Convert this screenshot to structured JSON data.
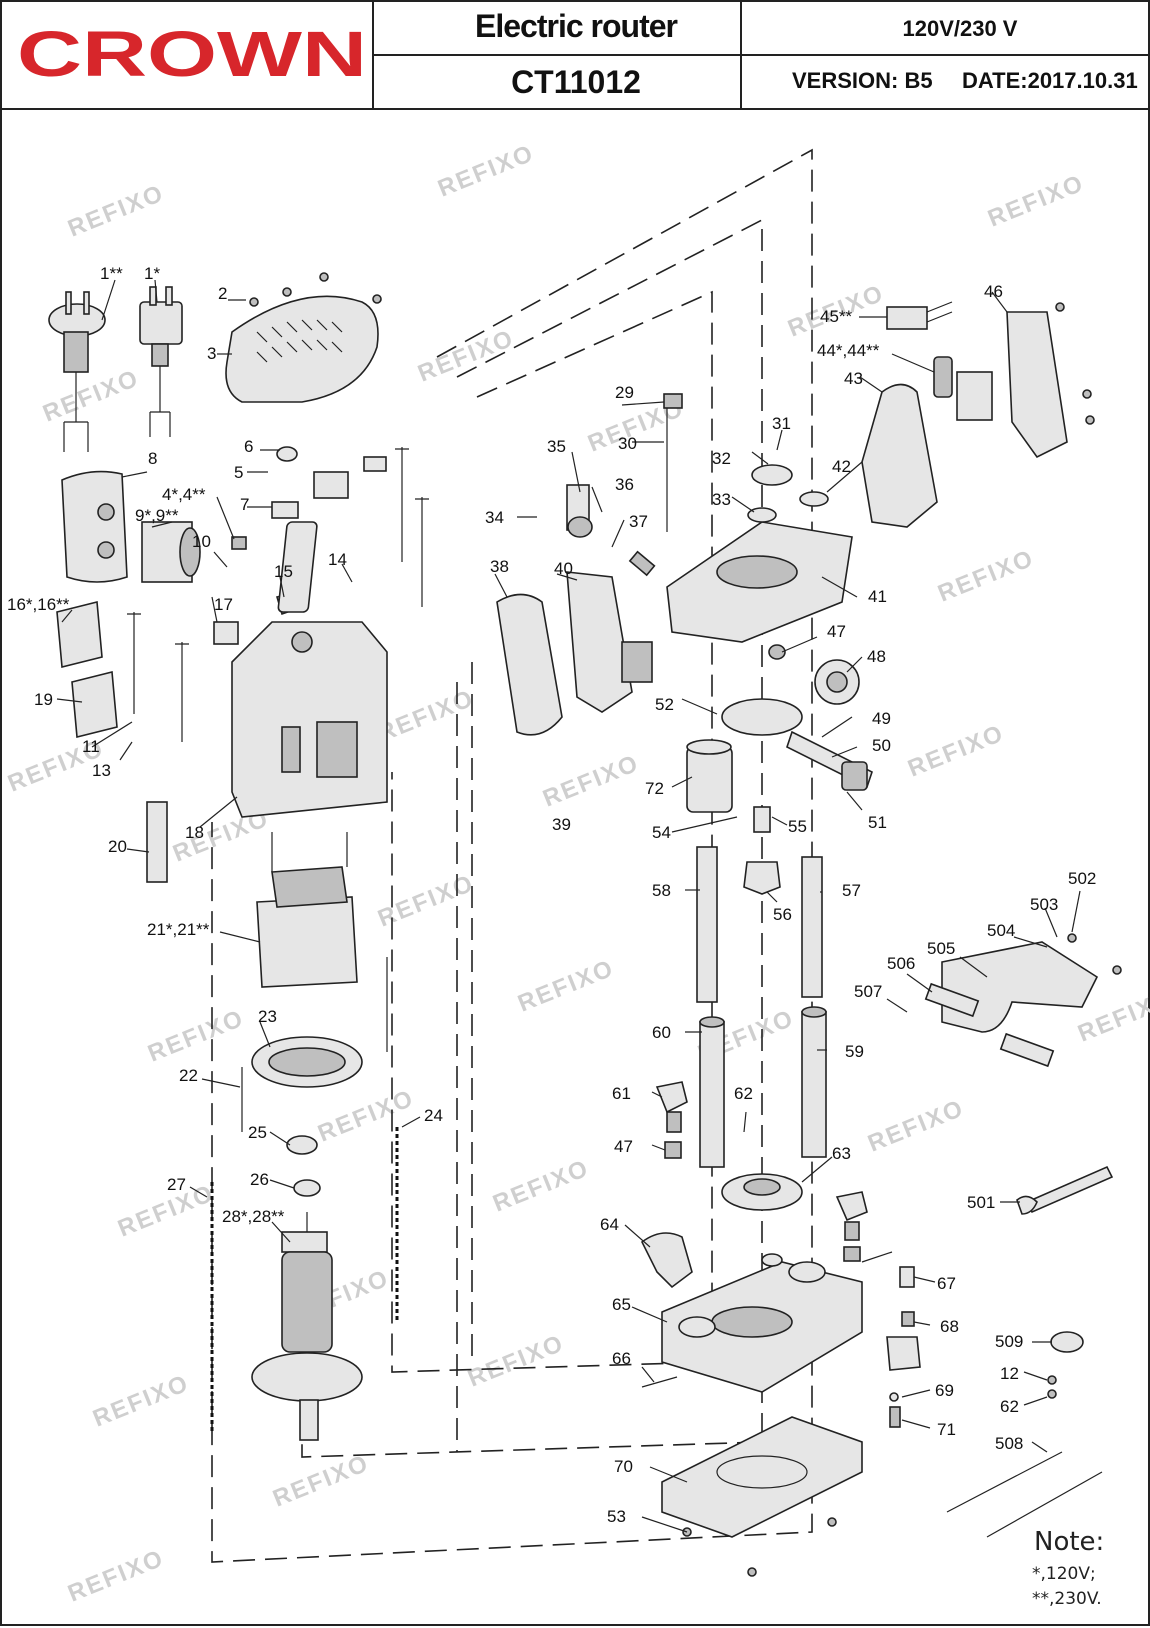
{
  "header": {
    "brand": "CROWN",
    "title": "Electric router",
    "model": "CT11012",
    "voltage": "120V/230 V",
    "version": "VERSION: B5",
    "date": "DATE:2017.10.31"
  },
  "watermark": "REFIXO",
  "callouts": {
    "p1dd": "1**",
    "p1d": "1*",
    "p2": "2",
    "p3": "3",
    "p4": "4*,4**",
    "p5": "5",
    "p6": "6",
    "p7": "7",
    "p8": "8",
    "p9": "9*,9**",
    "p10": "10",
    "p11": "11",
    "p13": "13",
    "p14": "14",
    "p15": "15",
    "p16": "16*,16**",
    "p17": "17",
    "p18": "18",
    "p19": "19",
    "p20": "20",
    "p21": "21*,21**",
    "p22": "22",
    "p23": "23",
    "p24": "24",
    "p25": "25",
    "p26": "26",
    "p27": "27",
    "p28": "28*,28**",
    "p29": "29",
    "p30": "30",
    "p31": "31",
    "p32": "32",
    "p33": "33",
    "p34": "34",
    "p35": "35",
    "p36": "36",
    "p37": "37",
    "p38": "38",
    "p39": "39",
    "p40": "40",
    "p41": "41",
    "p42": "42",
    "p43": "43",
    "p44": "44*,44**",
    "p45": "45**",
    "p46": "46",
    "p47a": "47",
    "p47b": "47",
    "p48": "48",
    "p49": "49",
    "p50": "50",
    "p51": "51",
    "p52": "52",
    "p53": "53",
    "p54": "54",
    "p55": "55",
    "p56": "56",
    "p57": "57",
    "p58": "58",
    "p59": "59",
    "p60": "60",
    "p61": "61",
    "p62a": "62",
    "p62b": "62",
    "p63": "63",
    "p64": "64",
    "p65": "65",
    "p66": "66",
    "p67": "67",
    "p68": "68",
    "p69": "69",
    "p70": "70",
    "p71": "71",
    "p72": "72",
    "p501": "501",
    "p502": "502",
    "p503": "503",
    "p504": "504",
    "p505": "505",
    "p506": "506",
    "p507": "507",
    "p508": "508",
    "p509": "509",
    "p12": "12"
  },
  "note": {
    "title": "Note:",
    "line1": "*,120V;",
    "line2": "**,230V."
  },
  "colors": {
    "brand_red": "#d7262b",
    "ink": "#222222",
    "watermark": "#cfcfcf"
  }
}
